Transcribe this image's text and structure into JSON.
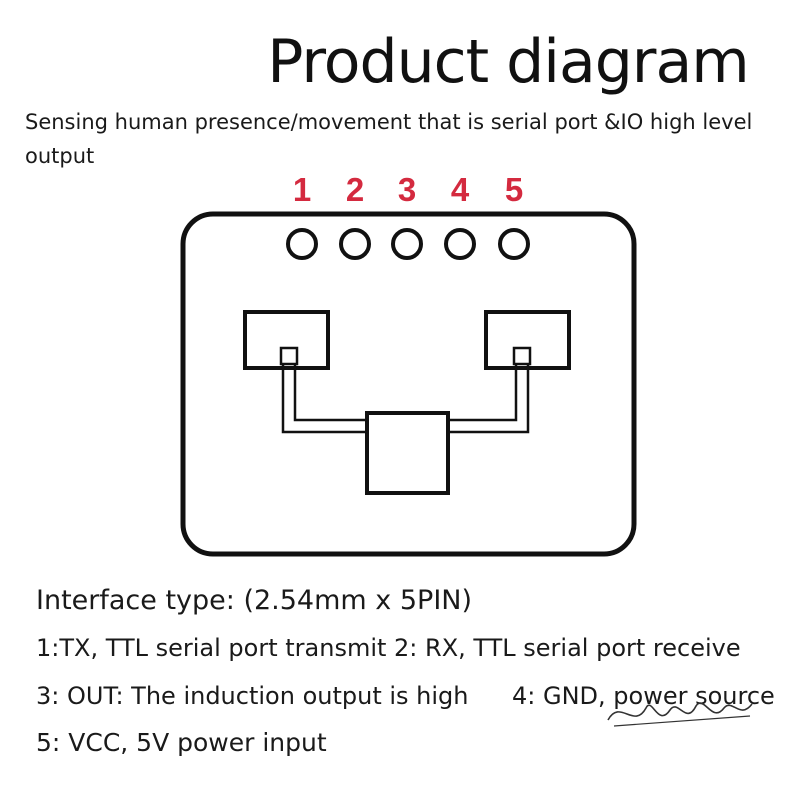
{
  "title": "Product diagram",
  "subtitle": "Sensing human presence/movement that is serial port &IO high level output",
  "pin_color": "#d42a3f",
  "pins": [
    {
      "label": "1"
    },
    {
      "label": "2"
    },
    {
      "label": "3"
    },
    {
      "label": "4"
    },
    {
      "label": "5"
    }
  ],
  "spec": {
    "interface": "Interface type: (2.54mm x 5PIN)",
    "line_pin12": "1:TX, TTL serial port transmit 2: RX, TTL serial port receive",
    "line_pin3": "3: OUT: The induction output is high",
    "line_pin4": "4: GND, power source",
    "line_pin5": "5: VCC, 5V power input"
  }
}
